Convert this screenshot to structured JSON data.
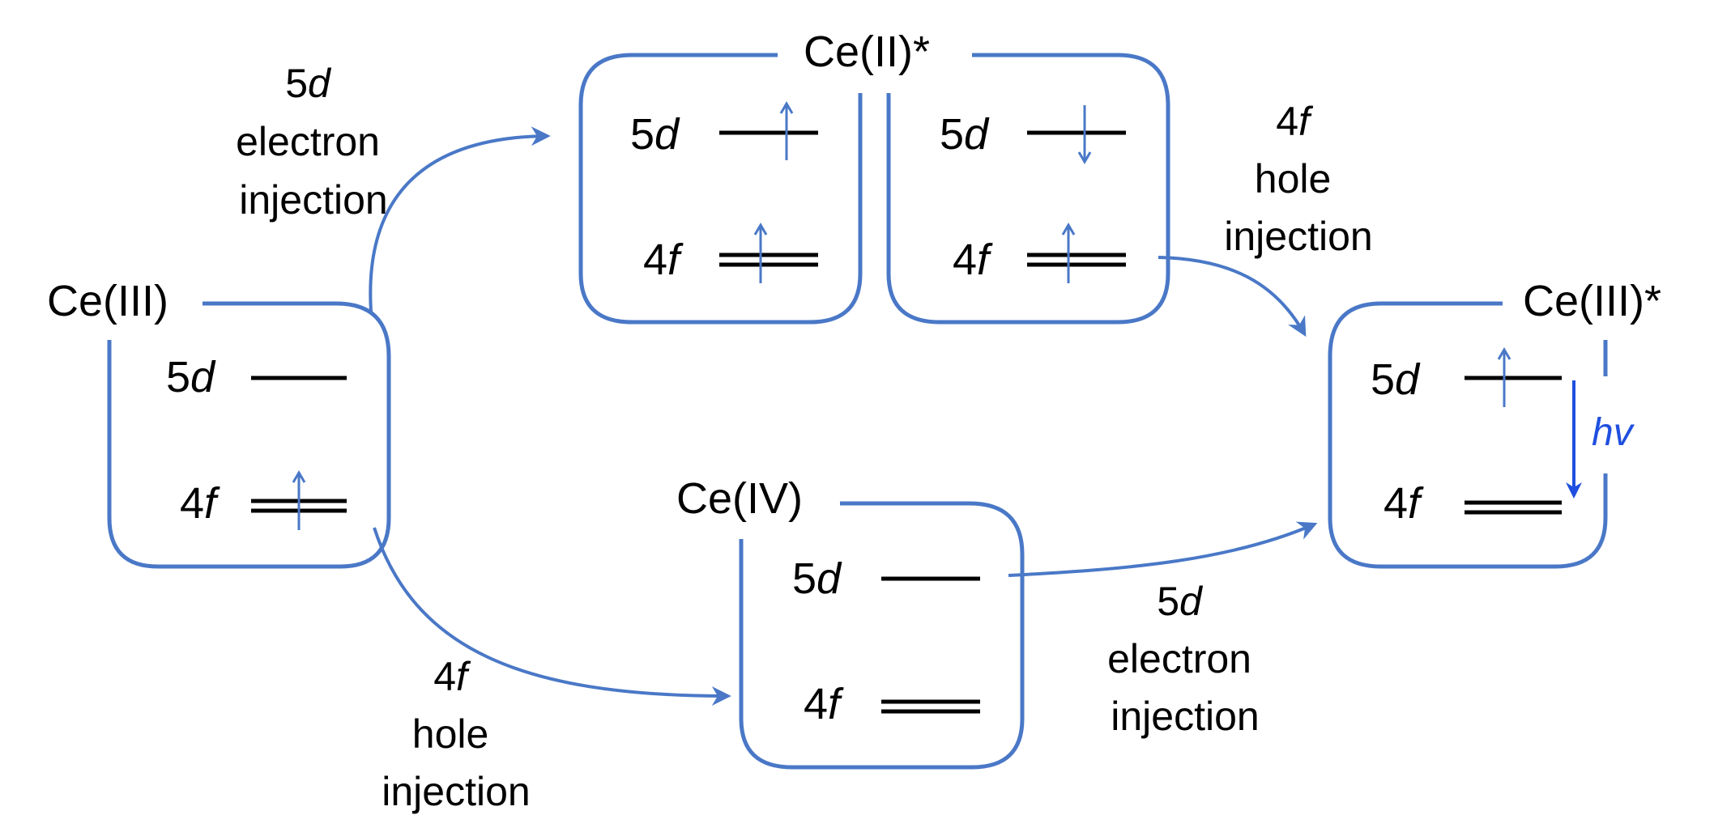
{
  "states": {
    "ce3": {
      "label": "Ce(III)",
      "upper": {
        "num": "5",
        "sym": "d"
      },
      "lower": {
        "num": "4",
        "sym": "f"
      }
    },
    "ce2": {
      "label": "Ce(II)*",
      "left": {
        "upper": {
          "num": "5",
          "sym": "d"
        },
        "lower": {
          "num": "4",
          "sym": "f"
        }
      },
      "right": {
        "upper": {
          "num": "5",
          "sym": "d"
        },
        "lower": {
          "num": "4",
          "sym": "f"
        }
      }
    },
    "ce4": {
      "label": "Ce(IV)",
      "upper": {
        "num": "5",
        "sym": "d"
      },
      "lower": {
        "num": "4",
        "sym": "f"
      }
    },
    "ce3x": {
      "label": "Ce(III)*",
      "upper": {
        "num": "5",
        "sym": "d"
      },
      "lower": {
        "num": "4",
        "sym": "f"
      },
      "emission": "hv"
    }
  },
  "transitions": {
    "t1": {
      "line1_num": "5",
      "line1_sym": "d",
      "line2": "electron",
      "line3": "injection"
    },
    "t2": {
      "line1_num": "4",
      "line1_sym": "f",
      "line2": "hole",
      "line3": "injection"
    },
    "t3": {
      "line1_num": "4",
      "line1_sym": "f",
      "line2": "hole",
      "line3": "injection"
    },
    "t4": {
      "line1_num": "5",
      "line1_sym": "d",
      "line2": "electron",
      "line3": "injection"
    }
  },
  "colors": {
    "frame": "#4a78c7",
    "emission": "#1f4fe0",
    "level": "#000000"
  }
}
